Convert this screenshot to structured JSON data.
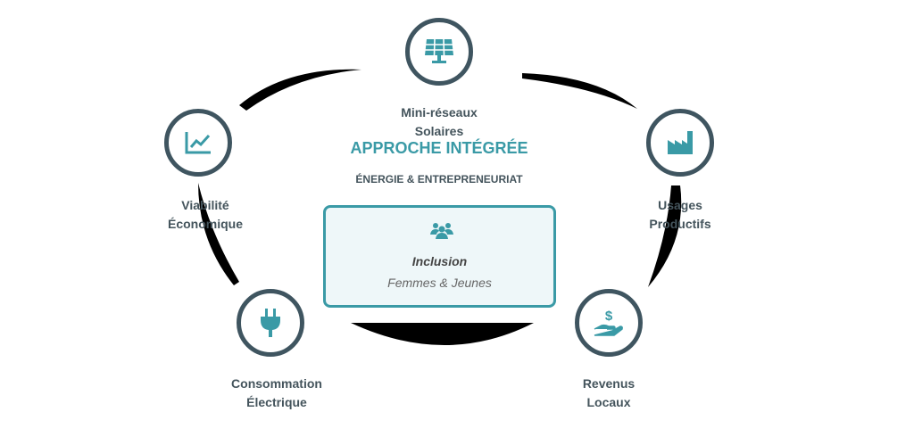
{
  "title": "APPROCHE INTÉGRÉE",
  "subtitle": "ÉNERGIE & ENTREPRENEURIAT",
  "center": {
    "title": "Inclusion",
    "subtitle": "Femmes & Jeunes",
    "icon": "users-icon"
  },
  "nodes": [
    {
      "line1": "Mini-réseaux",
      "line2": "Solaires",
      "icon": "solar-panel-icon"
    },
    {
      "line1": "Usages",
      "line2": "Productifs",
      "icon": "factory-icon"
    },
    {
      "line1": "Revenus",
      "line2": "Locaux",
      "icon": "hand-dollar-icon"
    },
    {
      "line1": "Consommation",
      "line2": "Électrique",
      "icon": "plug-icon"
    },
    {
      "line1": "Viabilité",
      "line2": "Économique",
      "icon": "chart-line-icon"
    }
  ],
  "colors": {
    "accent": "#3a9aa6",
    "ring": "#3f5560",
    "arrow": "#000000"
  }
}
